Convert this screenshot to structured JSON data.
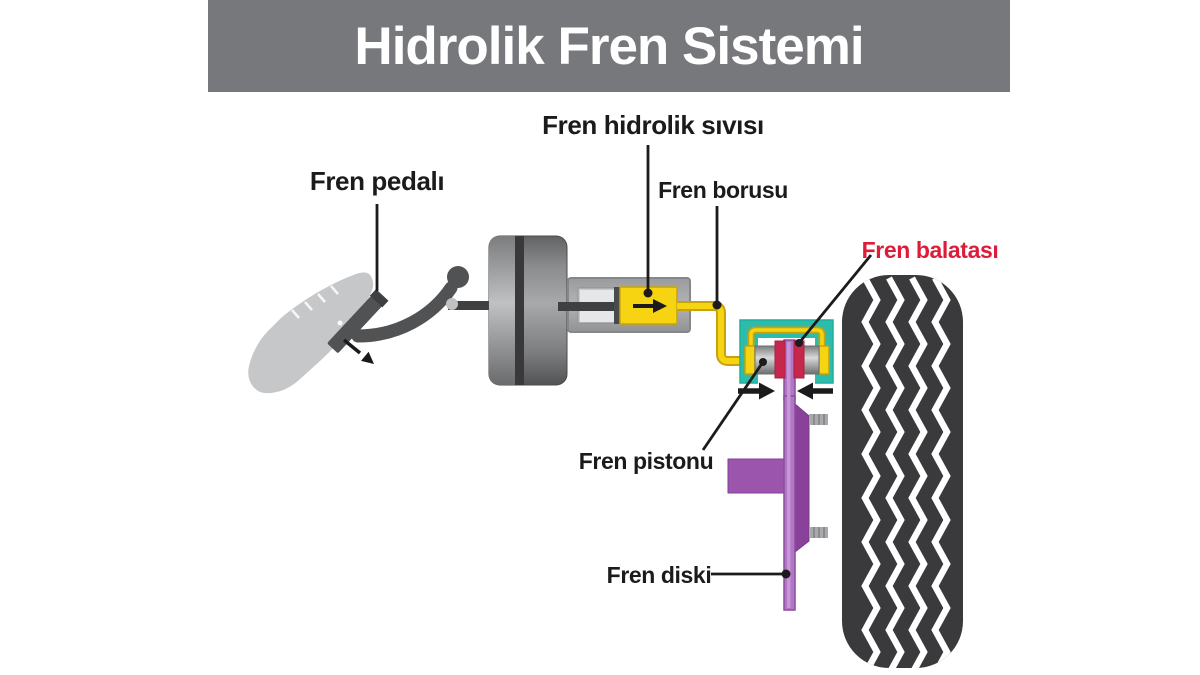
{
  "title": "Hidrolik Fren Sistemi",
  "labels": {
    "pedal": "Fren pedalı",
    "fluid": "Fren hidrolik sıvısı",
    "pipe": "Fren borusu",
    "pad": "Fren balatası",
    "piston": "Fren pistonu",
    "disc": "Fren diski"
  },
  "colors": {
    "title_bg": "#77787b",
    "title_text": "#ffffff",
    "label_text": "#1b1b1d",
    "pad_label_red": "#dd1c39",
    "fluid_yellow": "#f7d411",
    "yellow_outline": "#c7a20c",
    "caliper_teal": "#2dbcab",
    "brake_pad_red": "#c8274d",
    "disc_purple": "#b077c5",
    "hub_purple": "#9c55ad",
    "slab_purple": "#8a4199",
    "metal_dark_gray": "#58595b",
    "shoe_gray": "#c6c7c9",
    "tire_black": "#3a3a3c"
  }
}
